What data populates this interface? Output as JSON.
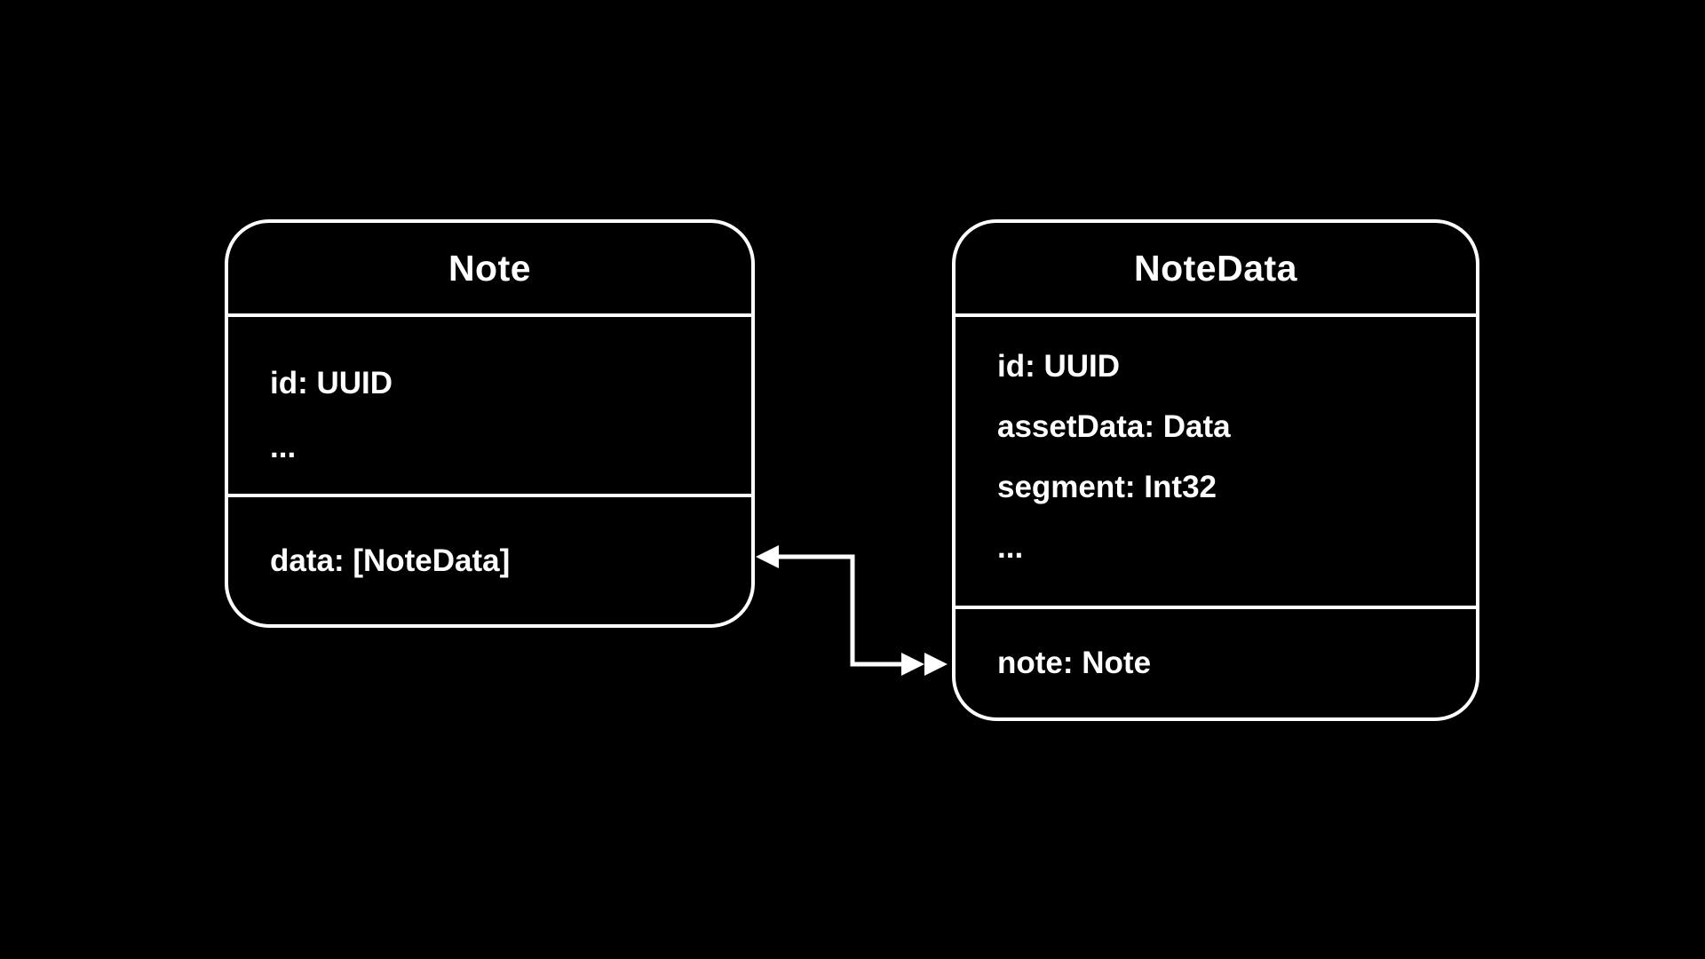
{
  "slide": {
    "background": "#000000",
    "line_color": "#ffffff",
    "text_color": "#ffffff"
  },
  "entities": [
    {
      "title": "Note",
      "attributes": [
        "id: UUID",
        "..."
      ],
      "relationships": [
        "data: [NoteData]"
      ]
    },
    {
      "title": "NoteData",
      "attributes": [
        "id: UUID",
        "assetData: Data",
        "segment: Int32",
        "..."
      ],
      "relationships": [
        "note: Note"
      ]
    }
  ],
  "connector": {
    "from_entity": "Note",
    "from_field": "data: [NoteData]",
    "from_arrow": "single",
    "to_entity": "NoteData",
    "to_field": "note: Note",
    "to_arrow": "double"
  }
}
